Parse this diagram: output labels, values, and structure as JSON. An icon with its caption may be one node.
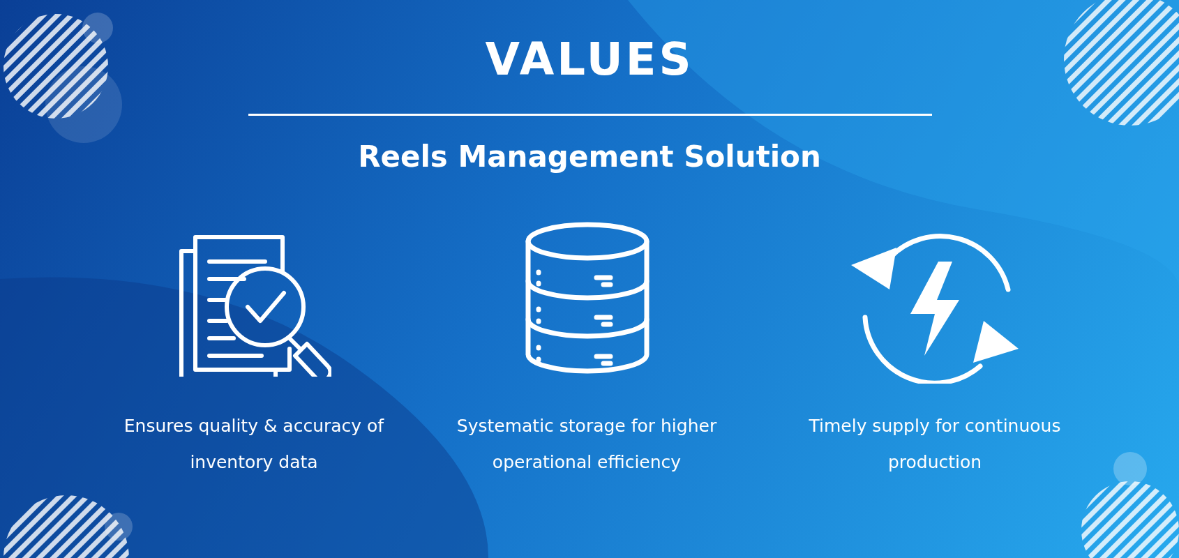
{
  "diagram": {
    "title": "VALUES",
    "labels": [
      "Reels Management Solution",
      "Ensures quality & accuracy of inventory data",
      "Systematic storage for higher operational efficiency",
      "Timely supply for continuous production"
    ]
  }
}
